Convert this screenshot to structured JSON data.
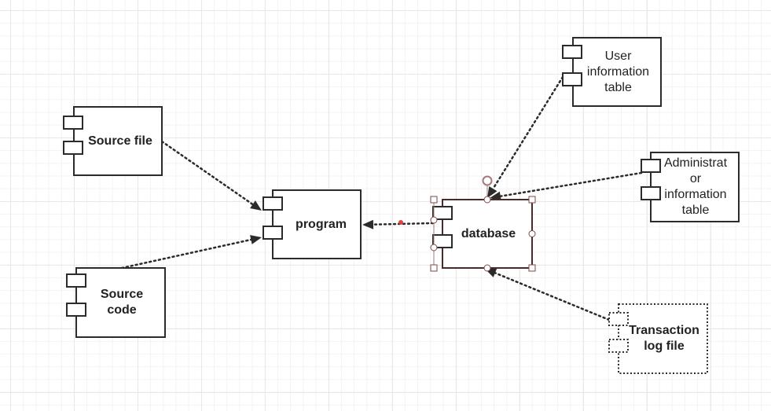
{
  "diagram": {
    "components": [
      {
        "id": "source-file",
        "label": "Source file",
        "bold": true,
        "dashed": false,
        "selected": false
      },
      {
        "id": "source-code",
        "label": "Source\ncode",
        "bold": true,
        "dashed": false,
        "selected": false
      },
      {
        "id": "program",
        "label": "program",
        "bold": true,
        "dashed": false,
        "selected": false
      },
      {
        "id": "database",
        "label": "database",
        "bold": true,
        "dashed": false,
        "selected": true
      },
      {
        "id": "user-info",
        "label": "User\ninformation\ntable",
        "bold": false,
        "dashed": false,
        "selected": false
      },
      {
        "id": "admin-info",
        "label": "Administrat\nor\ninformation\ntable",
        "bold": false,
        "dashed": false,
        "selected": false
      },
      {
        "id": "transaction-log",
        "label": "Transaction\nlog file",
        "bold": true,
        "dashed": true,
        "selected": false
      }
    ],
    "connections": [
      {
        "from": "source-file",
        "to": "program"
      },
      {
        "from": "source-code",
        "to": "program"
      },
      {
        "from": "database",
        "to": "program"
      },
      {
        "from": "user-info",
        "to": "database"
      },
      {
        "from": "admin-info",
        "to": "database"
      },
      {
        "from": "transaction-log",
        "to": "database"
      }
    ],
    "colors": {
      "stroke": "#2b2b2b",
      "selection": "#7a4a4a",
      "grid": "#e8e8e8",
      "endpoint_dot": "#e04040"
    }
  }
}
